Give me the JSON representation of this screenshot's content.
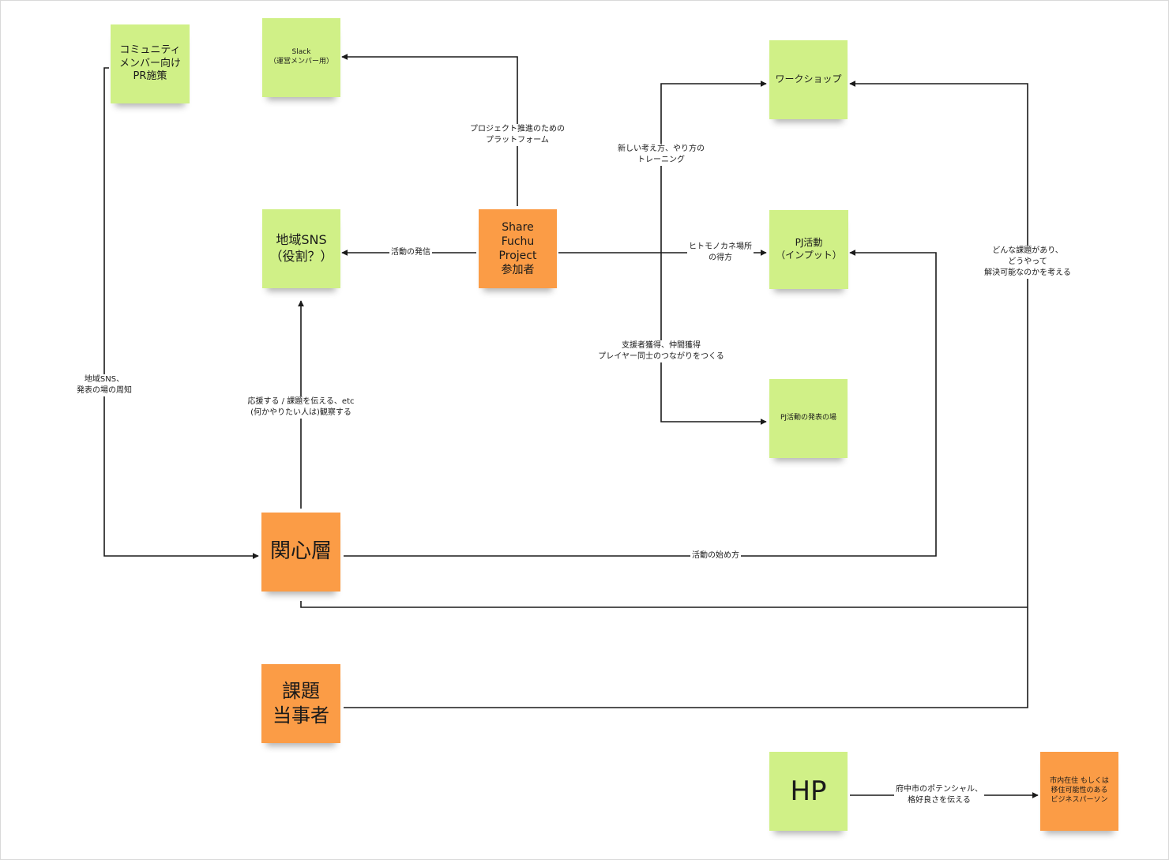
{
  "notes": {
    "community_pr": "コミュニティ\nメンバー向け\nPR施策",
    "slack": "Slack\n（運営メンバー用）",
    "workshop": "ワークショップ",
    "local_sns": "地域SNS\n（役割？）",
    "share_fuchu": "Share\nFuchu\nProject\n参加者",
    "pj_activity": "PJ活動\n（インプット）",
    "pj_presentation": "PJ活動の発表の場",
    "interest_layer": "関心層",
    "issue_parties": "課題\n当事者",
    "hp": "HP",
    "business_persons": "市内在住 もしくは\n移住可能性のある\nビジネスパーソン"
  },
  "edge_labels": {
    "platform": "プロジェクト推進のための\nプラットフォーム",
    "training": "新しい考え方、やり方の\nトレーニング",
    "hitomonokane": "ヒトモノカネ場所\nの得方",
    "supporters": "支援者獲得、仲間獲得\nプレイヤー同士のつながりをつくる",
    "broadcast": "活動の発信",
    "support": "応援する / 課題を伝える、etc\n(何かやりたい人は)観察する",
    "sns_awareness": "地域SNS、\n発表の場の周知",
    "how_to_start": "活動の始め方",
    "issue_thinking": "どんな課題があり、\nどうやって\n解決可能なのかを考える",
    "fuchu_potential": "府中市のポテンシャル、\n格好良さを伝える"
  },
  "colors": {
    "green_note": "#d0f087",
    "orange_note": "#fb9c46",
    "connector": "#1a1a1a"
  }
}
